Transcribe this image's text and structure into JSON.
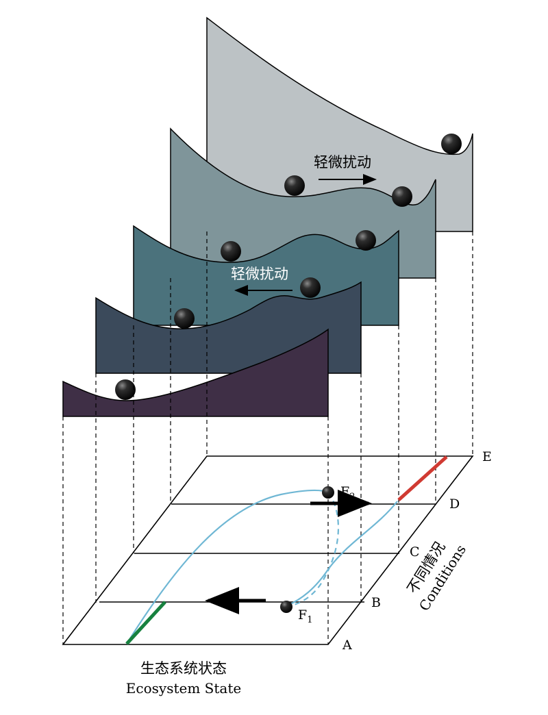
{
  "colors": {
    "layer_a": "#3f2f46",
    "layer_b": "#3b4a5b",
    "layer_c": "#4b727c",
    "layer_d": "#7f959a",
    "layer_e": "#bcc2c5",
    "ball": "#1a1a1a",
    "path": "#6fb7d4",
    "green_segment": "#17813f",
    "red_segment": "#d03a32",
    "lines": "#000000"
  },
  "annotations": {
    "perturbation_top": "轻微扰动",
    "perturbation_mid": "轻微扰动"
  },
  "conditions": [
    "A",
    "B",
    "C",
    "D",
    "E"
  ],
  "points": {
    "f2": {
      "base": "F",
      "sub": "2"
    },
    "f1": {
      "base": "F",
      "sub": "1"
    }
  },
  "axes": {
    "state_cn": "生态系统状态",
    "state_en": "Ecosystem State",
    "conditions_cn": "不同情况",
    "conditions_en": "Conditions"
  }
}
